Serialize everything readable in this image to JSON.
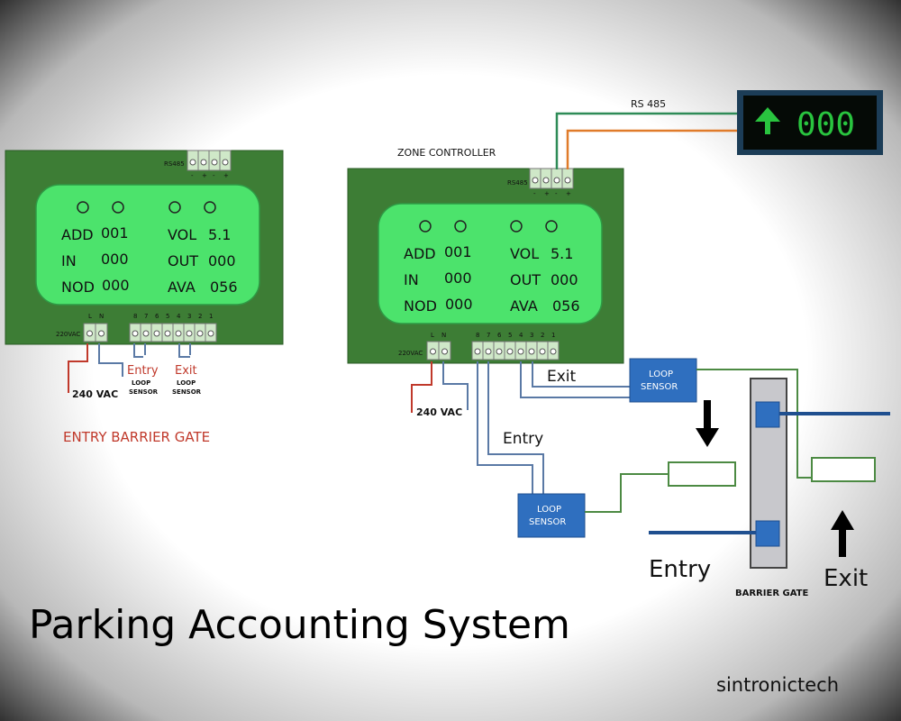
{
  "title": "Parking Accounting System",
  "brand": "sintronictech",
  "colors": {
    "board": "#3d7d35",
    "display": "#4ce36c",
    "sensor": "#2f6fbf",
    "wire_red": "#c0392b",
    "wire_blue": "#5a79a5",
    "wire_green": "#4c8a43",
    "wire_orange": "#e07b2a",
    "sign_arrow": "#29c43f"
  },
  "left_board": {
    "rs485_label": "RS485",
    "rs485_pins": [
      "-",
      "+",
      "-",
      "+"
    ],
    "display": {
      "add_label": "ADD",
      "add_value": "001",
      "in_label": "IN",
      "in_value": "000",
      "nod_label": "NOD",
      "nod_value": "000",
      "vol_label": "VOL",
      "vol_value": "5.1",
      "out_label": "OUT",
      "out_value": "000",
      "ava_label": "AVA",
      "ava_value": "056"
    },
    "power_label": "220VAC",
    "power_pins": [
      "L",
      "N"
    ],
    "io_pins": [
      "8",
      "7",
      "6",
      "5",
      "4",
      "3",
      "2",
      "1"
    ],
    "voltage_label": "240 VAC",
    "entry_label": "Entry",
    "exit_label": "Exit",
    "loop_sensor_label_1": "LOOP",
    "loop_sensor_label_2": "SENSOR",
    "caption": "ENTRY BARRIER GATE"
  },
  "zone_controller": {
    "label": "ZONE CONTROLLER",
    "rs485_label": "RS485",
    "rs485_pins": [
      "-",
      "+",
      "-",
      "+"
    ],
    "display": {
      "add_label": "ADD",
      "add_value": "001",
      "in_label": "IN",
      "in_value": "000",
      "nod_label": "NOD",
      "nod_value": "000",
      "vol_label": "VOL",
      "vol_value": "5.1",
      "out_label": "OUT",
      "out_value": "000",
      "ava_label": "AVA",
      "ava_value": "056"
    },
    "power_label": "220VAC",
    "power_pins": [
      "L",
      "N"
    ],
    "io_pins": [
      "8",
      "7",
      "6",
      "5",
      "4",
      "3",
      "2",
      "1"
    ],
    "voltage_label": "240 VAC",
    "exit_label": "Exit",
    "entry_label": "Entry"
  },
  "rs485_link_label": "RS 485",
  "sign": {
    "arrow_icon": "up-arrow-icon",
    "count": "000"
  },
  "loop_sensor_exit": {
    "line1": "LOOP",
    "line2": "SENSOR"
  },
  "loop_sensor_entry": {
    "line1": "LOOP",
    "line2": "SENSOR"
  },
  "gate": {
    "label": "BARRIER GATE",
    "entry_label": "Entry",
    "exit_label": "Exit"
  }
}
